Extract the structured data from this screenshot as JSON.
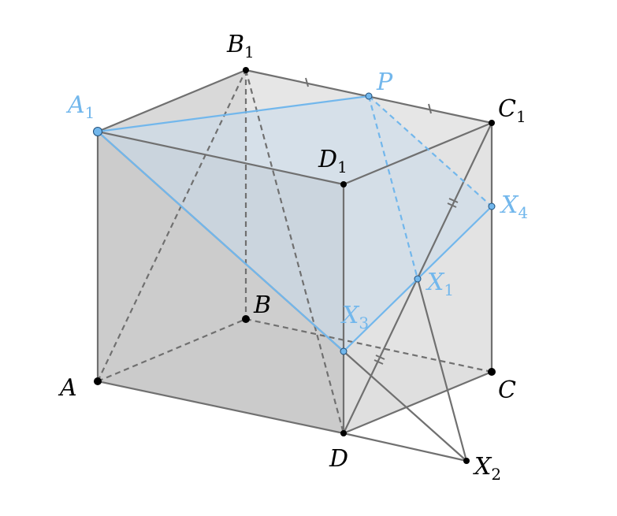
{
  "diagram": {
    "colors": {
      "edge": "#707070",
      "highlight": "#72b7ec",
      "point_black": "#000000",
      "face_light": "#e9e9e9",
      "face_mid": "#d6d6d6",
      "face_dark": "#c6c6c6",
      "plane_fill": "#dbe6f0"
    },
    "labels": {
      "A": "A",
      "B": "B",
      "C": "C",
      "D": "D",
      "A1": "A",
      "B1": "B",
      "C1": "C",
      "D1": "D",
      "P": "P",
      "X1": "X",
      "X2": "X",
      "X3": "X",
      "X4": "X"
    },
    "subscripts": {
      "A1": "1",
      "B1": "1",
      "C1": "1",
      "D1": "1",
      "X1": "1",
      "X2": "2",
      "X3": "3",
      "X4": "4"
    }
  }
}
